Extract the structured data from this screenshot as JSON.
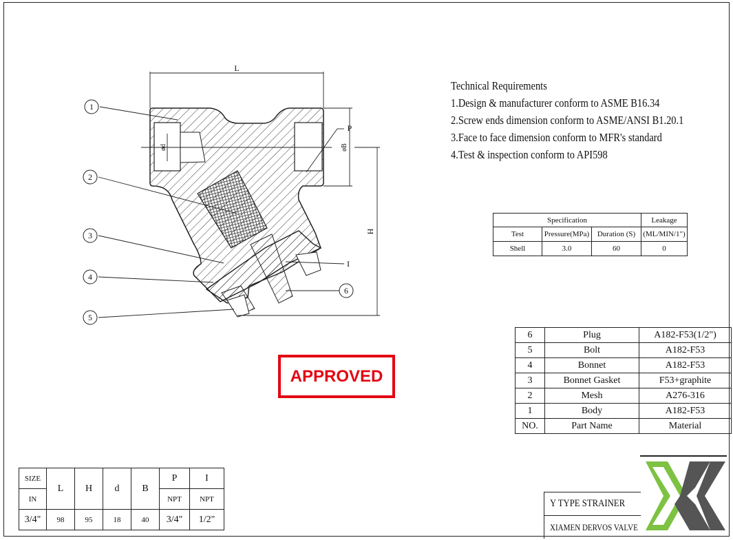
{
  "drawing": {
    "dimension_labels": {
      "L": "L",
      "H": "H",
      "d": "ød",
      "B": "øB",
      "P": "P",
      "I": "I"
    },
    "balloons": [
      "1",
      "2",
      "3",
      "4",
      "5",
      "6"
    ]
  },
  "technical_requirements": {
    "title": "Technical Requirements",
    "items": [
      "1.Design & manufacturer conform to ASME B16.34",
      "2.Screw ends dimension conform to ASME/ANSI B1.20.1",
      "3.Face to face dimension conform to MFR's standard",
      "4.Test & inspection conform to API598"
    ]
  },
  "test_table": {
    "header": {
      "specification": "Specification",
      "leakage": "Leakage"
    },
    "columns": [
      "Test",
      "Pressure(MPa)",
      "Duration (S)",
      "(ML/MIN/1\")"
    ],
    "rows": [
      [
        "Shell",
        "3.0",
        "60",
        "0"
      ]
    ]
  },
  "parts_table": {
    "rows": [
      [
        "6",
        "Plug",
        "A182-F53(1/2\")"
      ],
      [
        "5",
        "Bolt",
        "A182-F53"
      ],
      [
        "4",
        "Bonnet",
        "A182-F53"
      ],
      [
        "3",
        "Bonnet Gasket",
        "F53+graphite"
      ],
      [
        "2",
        "Mesh",
        "A276-316"
      ],
      [
        "1",
        "Body",
        "A182-F53"
      ]
    ],
    "header": [
      "NO.",
      "Part Name",
      "Material"
    ]
  },
  "stamp": {
    "text": "APPROVED",
    "color": "#e30613"
  },
  "size_table": {
    "size_label": "SIZE",
    "unit_label": "IN",
    "columns": [
      "L",
      "H",
      "d",
      "B",
      "P",
      "I"
    ],
    "sub_labels": {
      "P": "NPT",
      "I": "NPT"
    },
    "values": [
      "3/4\"",
      "98",
      "95",
      "18",
      "40",
      "3/4\"",
      "1/2\""
    ]
  },
  "title_block": {
    "product": "Y TYPE STRAINER",
    "company": "XIAMEN DERVOS VALVE"
  },
  "logo": {
    "green": "#7dc242",
    "gray": "#555555"
  }
}
